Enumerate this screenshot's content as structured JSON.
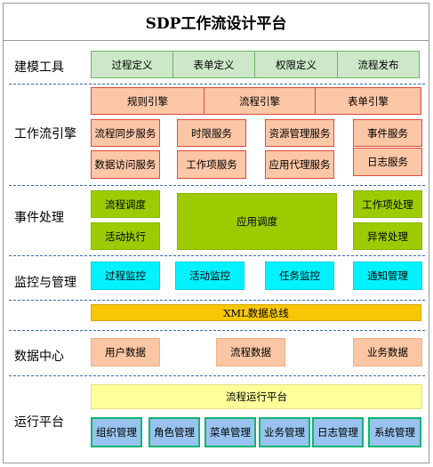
{
  "title": "SDP工作流设计平台",
  "layers": {
    "modeling": {
      "label": "建模工具",
      "items": [
        "过程定义",
        "表单定义",
        "权限定义",
        "流程发布"
      ]
    },
    "engine": {
      "label": "工作流引擎",
      "engines": [
        "规则引擎",
        "流程引擎",
        "表单引擎"
      ],
      "services": [
        "流程同步服务",
        "时限服务",
        "资源管理服务",
        "事件服务",
        "数据访问服务",
        "工作项服务",
        "应用代理服务",
        "日志服务"
      ]
    },
    "events": {
      "label": "事件处理",
      "items": [
        "流程调度",
        "活动执行",
        "应用调度",
        "工作项处理",
        "异常处理"
      ]
    },
    "monitoring": {
      "label": "监控与管理",
      "items": [
        "过程监控",
        "活动监控",
        "任务监控",
        "通知管理"
      ]
    },
    "bus": {
      "label": "XML数据总线"
    },
    "data_center": {
      "label": "数据中心",
      "items": [
        "用户数据",
        "流程数据",
        "业务数据"
      ]
    },
    "runtime": {
      "label": "运行平台",
      "platform": "流程运行平台",
      "items": [
        "组织管理",
        "角色管理",
        "菜单管理",
        "业务管理",
        "日志管理",
        "系统管理"
      ]
    }
  },
  "colors": {
    "modeling": "#cce8c8",
    "engine": "#fcc7a6",
    "engine_border": "#e04a3a",
    "events": "#9ccc00",
    "monitoring": "#00f2ff",
    "bus": "#f7c707",
    "data_center": "#fac6a3",
    "runtime_platform": "#ffff9a",
    "runtime_items": "#99c3ef",
    "separator": "#3a68b4"
  }
}
